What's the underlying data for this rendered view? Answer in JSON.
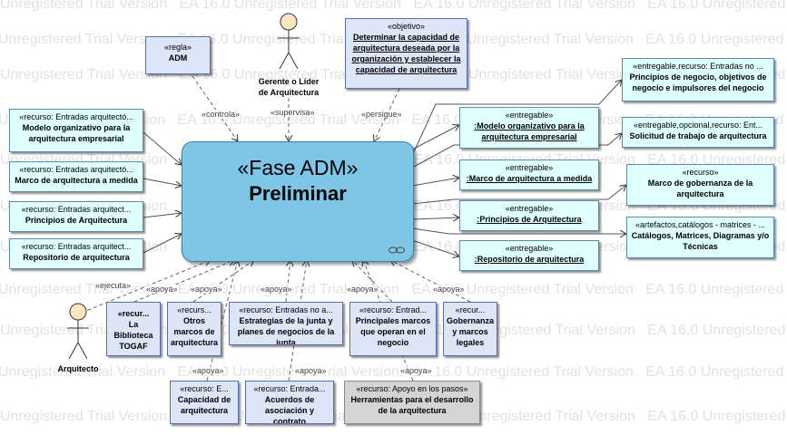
{
  "watermark": "Unregistered Trial Version   EA 16.0 Unregistered Trial Version   EA 16.0 Unregistered Trial Version   EA 16.0 Unregistered Trial Version",
  "center": {
    "stereotype": "«Fase ADM»",
    "name": "Preliminar"
  },
  "actors": {
    "top": "Gerente o Líder de Arquitectura",
    "left": "Arquitecto"
  },
  "top_boxes": {
    "regla": {
      "stereotype": "«regla»",
      "name": "ADM"
    },
    "objetivo": {
      "stereotype": "«objetivo»",
      "name": "Determinar la capacidad de arquitectura deseada por la organización y establecer la capacidad de arquitectura"
    }
  },
  "inputs": [
    {
      "stereotype": "«recurso: Entradas arquitectó...",
      "name": "Modelo organizativo para la arquitectura empresarial"
    },
    {
      "stereotype": "«recurso: Entradas arquitectó...",
      "name": "Marco de arquitectura a medida"
    },
    {
      "stereotype": "«recurso: Entradas arquitect...",
      "name": "Principios de Arquitectura"
    },
    {
      "stereotype": "«recurso: Entradas arquitect...",
      "name": "Repositorio de arquitectura"
    }
  ],
  "deliverables": [
    {
      "stereotype": "«entregable»",
      "name": ":Modelo organizativo para la arquitectura empresarial"
    },
    {
      "stereotype": "«entregable»",
      "name": ":Marco de arquitectura a medida"
    },
    {
      "stereotype": "«entregable»",
      "name": ":Principios de Arquitectura"
    },
    {
      "stereotype": "«entregable»",
      "name": ":Repositorio de arquitectura"
    }
  ],
  "outputs": [
    {
      "stereotype": "«entregable,recurso: Entradas no ...",
      "name": "Principios de negocio, objetivos de negocio e impulsores del negocio"
    },
    {
      "stereotype": "«entregable,opcional,recurso: Ent...",
      "name": "Solicitud de trabajo de arquitectura"
    },
    {
      "stereotype": "«recurso»",
      "name": "Marco de gobernanza de la arquitectura"
    },
    {
      "stereotype": "«artefactos,catálogos - matrices - ...",
      "name": "Catálogos, Matrices, Diagramas y/o Técnicas"
    }
  ],
  "support": [
    {
      "stereotype": "«recur...",
      "name": "La Biblioteca TOGAF"
    },
    {
      "stereotype": "«recurs...",
      "name": "Otros marcos de arquitectura"
    },
    {
      "stereotype": "«recurso: Entradas no a...",
      "name": "Estrategias de la junta y planes de negocios de la junta"
    },
    {
      "stereotype": "«recurso: Entrad...",
      "name": "Principales marcos que operan en el negocio"
    },
    {
      "stereotype": "«recur...",
      "name": "Gobernanza y marcos legales"
    },
    {
      "stereotype": "«recurso: E...",
      "name": "Capacidad de arquitectura"
    },
    {
      "stereotype": "«recurso: Entrada...",
      "name": "Acuerdos de asociación y contrato"
    },
    {
      "stereotype": "«recurso: Apoyo en los pasos»",
      "name": "Herramientas para el desarrollo de la arquitectura"
    }
  ],
  "labels": {
    "controla": "«controla»",
    "supervisa": "«supervisa»",
    "persigue": "«persigue»",
    "ejecuta": "«ejecuta»",
    "apoya": "«apoya»"
  }
}
